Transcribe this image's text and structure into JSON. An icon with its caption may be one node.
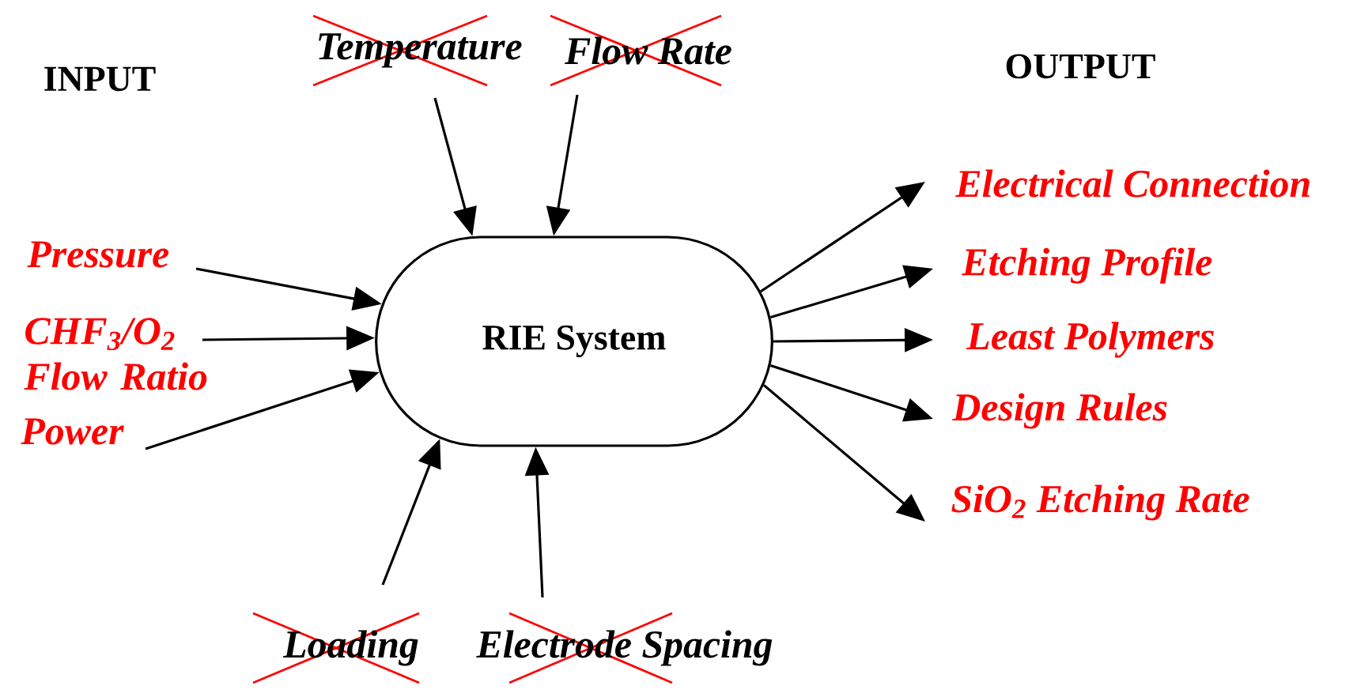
{
  "diagram": {
    "nodes": [
      {
        "text": [
          "RIE System"
        ]
      },
      {
        "text": [
          "Temperature"
        ]
      },
      {
        "text": [
          "Flow Rate"
        ]
      },
      {
        "text": [
          "Pressure"
        ]
      },
      {
        "text": [
          "CHF$_{3}$/O$_{2}$ Flow Ratio"
        ]
      },
      {
        "text": [
          "Power"
        ]
      },
      {
        "text": [
          "Loading"
        ]
      },
      {
        "text": [
          "Electrode Spacing"
        ]
      },
      {
        "text": [
          "Electrical Connection"
        ]
      },
      {
        "text": [
          "Etching Profile"
        ]
      },
      {
        "text": [
          "Least Polymers"
        ]
      },
      {
        "text": [
          "Design Rules"
        ]
      },
      {
        "text": [
          "SiO$_{2}$ Etching Rate"
        ]
      }
    ],
    "edges": [
      {
        "from": 1,
        "to": 0,
        "arrow": "to"
      },
      {
        "from": 2,
        "to": 0,
        "arrow": "to"
      },
      {
        "from": 3,
        "to": 0,
        "arrow": "to"
      },
      {
        "from": 4,
        "to": 0,
        "arrow": "to"
      },
      {
        "from": 5,
        "to": 0,
        "arrow": "to"
      },
      {
        "from": 6,
        "to": 0,
        "arrow": "to"
      },
      {
        "from": 7,
        "to": 0,
        "arrow": "to"
      },
      {
        "from": 0,
        "to": 8,
        "arrow": "to"
      },
      {
        "from": 0,
        "to": 9,
        "arrow": "to"
      },
      {
        "from": 0,
        "to": 10,
        "arrow": "to"
      },
      {
        "from": 0,
        "to": 11,
        "arrow": "to"
      },
      {
        "from": 0,
        "to": 12,
        "arrow": "to"
      }
    ],
    "labels": [
      "INPUT",
      "OUTPUT"
    ]
  }
}
